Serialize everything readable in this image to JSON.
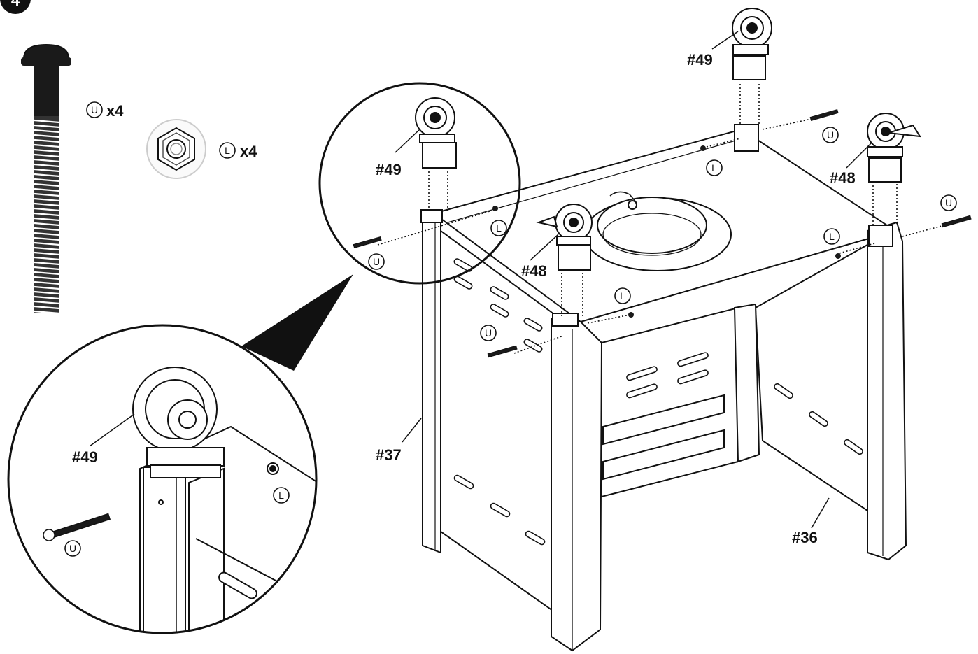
{
  "step_number": "4",
  "hardware": {
    "bolt": {
      "code": "U",
      "quantity": "x4"
    },
    "nut": {
      "code": "L",
      "quantity": "x4"
    }
  },
  "part_labels": {
    "caster_49_detail": "#49",
    "caster_49_zoom": "#49",
    "caster_49_back": "#49",
    "caster_48_front": "#48",
    "caster_48_back": "#48",
    "panel_37": "#37",
    "panel_36": "#36"
  },
  "callouts": {
    "U": "U",
    "L": "L"
  },
  "colors": {
    "line": "#111111",
    "fill": "#ffffff",
    "panel_shade": "#f4f4f4"
  }
}
